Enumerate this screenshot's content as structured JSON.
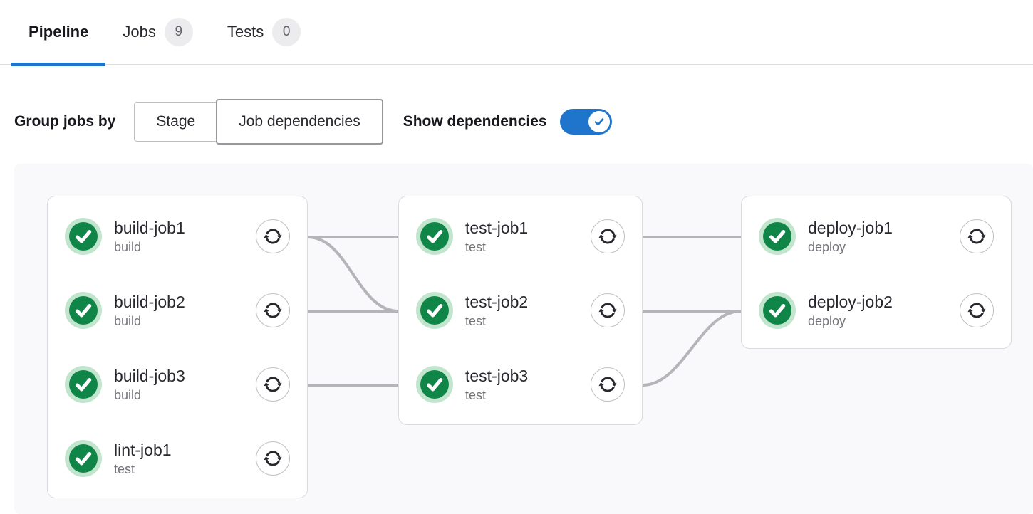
{
  "tabs": {
    "items": [
      {
        "label": "Pipeline",
        "active": true,
        "badge": null
      },
      {
        "label": "Jobs",
        "active": false,
        "badge": "9"
      },
      {
        "label": "Tests",
        "active": false,
        "badge": "0"
      }
    ]
  },
  "controls": {
    "group_jobs_by_label": "Group jobs by",
    "segmented": [
      {
        "label": "Stage",
        "selected": false
      },
      {
        "label": "Job dependencies",
        "selected": true
      }
    ],
    "show_dependencies_label": "Show dependencies",
    "show_dependencies_on": true
  },
  "graph": {
    "groups": [
      {
        "jobs": [
          {
            "name": "build-job1",
            "stage": "build",
            "status": "success"
          },
          {
            "name": "build-job2",
            "stage": "build",
            "status": "success"
          },
          {
            "name": "build-job3",
            "stage": "build",
            "status": "success"
          },
          {
            "name": "lint-job1",
            "stage": "test",
            "status": "success"
          }
        ]
      },
      {
        "jobs": [
          {
            "name": "test-job1",
            "stage": "test",
            "status": "success"
          },
          {
            "name": "test-job2",
            "stage": "test",
            "status": "success"
          },
          {
            "name": "test-job3",
            "stage": "test",
            "status": "success"
          }
        ]
      },
      {
        "jobs": [
          {
            "name": "deploy-job1",
            "stage": "deploy",
            "status": "success"
          },
          {
            "name": "deploy-job2",
            "stage": "deploy",
            "status": "success"
          }
        ]
      }
    ],
    "links": [
      {
        "from": "build-job1",
        "to": "test-job1"
      },
      {
        "from": "build-job1",
        "to": "test-job2"
      },
      {
        "from": "build-job2",
        "to": "test-job2"
      },
      {
        "from": "build-job3",
        "to": "test-job3"
      },
      {
        "from": "test-job1",
        "to": "deploy-job1"
      },
      {
        "from": "test-job2",
        "to": "deploy-job2"
      },
      {
        "from": "test-job3",
        "to": "deploy-job2"
      }
    ]
  },
  "icons": {
    "status_success": "check-circle",
    "retry": "retry-arrows",
    "toggle": "check"
  },
  "colors": {
    "accent_blue": "#1f75cb",
    "success_green": "#108548",
    "success_halo": "#c2e5cd",
    "connector_gray": "#b5b5b9",
    "badge_bg": "#ececef",
    "panel_bg": "#f9f9fb"
  }
}
